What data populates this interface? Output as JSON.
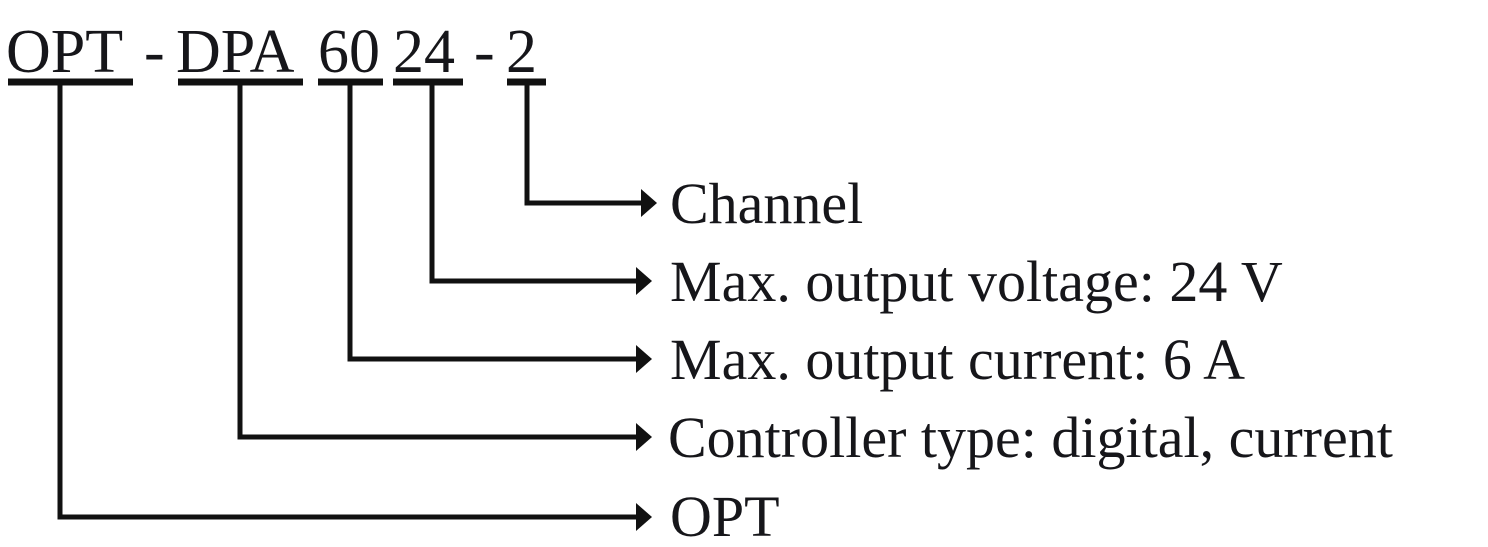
{
  "diagram": {
    "kind": "part-number-key",
    "title_text": "OPT - DPA 60 24 - 2",
    "part_number": {
      "segments": [
        {
          "id": "opt",
          "text": "OPT",
          "underlined": true
        },
        {
          "id": "sep1",
          "text": "-",
          "underlined": false
        },
        {
          "id": "dpa",
          "text": "DPA",
          "underlined": true
        },
        {
          "id": "current",
          "text": "60",
          "underlined": true
        },
        {
          "id": "voltage",
          "text": "24",
          "underlined": true
        },
        {
          "id": "sep2",
          "text": "-",
          "underlined": false
        },
        {
          "id": "channel",
          "text": "2",
          "underlined": true
        }
      ]
    },
    "callouts": [
      {
        "id": "channel",
        "source_segment": "2",
        "label": "Channel"
      },
      {
        "id": "voltage",
        "source_segment": "24",
        "label": "Max. output voltage: 24 V"
      },
      {
        "id": "current",
        "source_segment": "60",
        "label": "Max. output current: 6 A"
      },
      {
        "id": "type",
        "source_segment": "DPA",
        "label": "Controller type: digital, current"
      },
      {
        "id": "brand",
        "source_segment": "OPT",
        "label": "OPT"
      }
    ],
    "colors": {
      "ink": "#16161a",
      "line": "#111111",
      "background": "#ffffff"
    }
  }
}
